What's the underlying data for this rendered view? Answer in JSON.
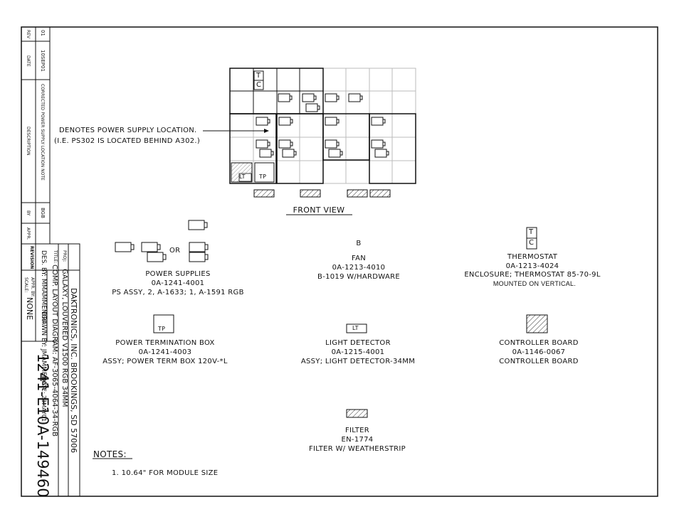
{
  "revision": {
    "headers": {
      "rev": "REV",
      "date": "DATE",
      "description": "DESCRIPTION",
      "by": "BY",
      "appr": "APPR."
    },
    "row": {
      "rev": "01",
      "date": "10SEP01",
      "description": "CORRECTED POWER SUPPLY LOCATION NOTE",
      "by": "BGB",
      "appr": ""
    },
    "label": "REVISION"
  },
  "title_block": {
    "company": "DAKTRONICS, INC.  BROOKINGS, SD 57006",
    "proj_label": "PROJ:",
    "proj": "GALAXY, LOUVERED V1500 RGB 34MM",
    "title_label": "TITLE:",
    "title": "COMP. LAYOUT DIAGRAM: AF-3065-4064-34-RGB",
    "des_by": "DES. BY: MMAMMENGA",
    "drawn_by": "DRAWN BY: JMAMMENGA",
    "date": "DATE: 23MAY01",
    "appr_by": "APPR. BY:",
    "scale_label": "SCALE:",
    "scale": "NONE",
    "drawing_number": "1241-E10A-149460"
  },
  "front_view": {
    "label": "FRONT VIEW",
    "note_line1": "DENOTES POWER SUPPLY LOCATION.",
    "note_line2": "(I.E. PS302 IS LOCATED BEHIND A302.)",
    "tc_t": "T",
    "tc_c": "C",
    "lt": "LT",
    "tp": "TP"
  },
  "legend": {
    "power_supplies": {
      "or_label": "OR",
      "title": "POWER SUPPLIES",
      "part": "0A-1241-4001",
      "desc": "PS ASSY, 2, A-1633; 1, A-1591 RGB"
    },
    "fan": {
      "symbol": "B",
      "title": "FAN",
      "part": "0A-1213-4010",
      "desc": "B-1019 W/HARDWARE"
    },
    "thermostat": {
      "t": "T",
      "c": "C",
      "title": "THERMOSTAT",
      "part": "0A-1213-4024",
      "desc": "ENCLOSURE; THERMOSTAT 85-70-9L",
      "desc2": "MOUNTED ON VERTICAL."
    },
    "power_termination_box": {
      "symbol": "TP",
      "title": "POWER TERMINATION BOX",
      "part": "0A-1241-4003",
      "desc": "ASSY; POWER TERM BOX 120V-*L"
    },
    "light_detector": {
      "symbol": "LT",
      "title": "LIGHT DETECTOR",
      "part": "0A-1215-4001",
      "desc": "ASSY; LIGHT DETECTOR-34MM"
    },
    "controller_board": {
      "title": "CONTROLLER BOARD",
      "part": "0A-1146-0067",
      "desc": "CONTROLLER BOARD"
    },
    "filter": {
      "title": "FILTER",
      "part": "EN-1774",
      "desc": "FILTER W/ WEATHERSTRIP"
    }
  },
  "notes": {
    "title": "NOTES:",
    "items": [
      "1.   10.64\" FOR MODULE SIZE"
    ]
  }
}
